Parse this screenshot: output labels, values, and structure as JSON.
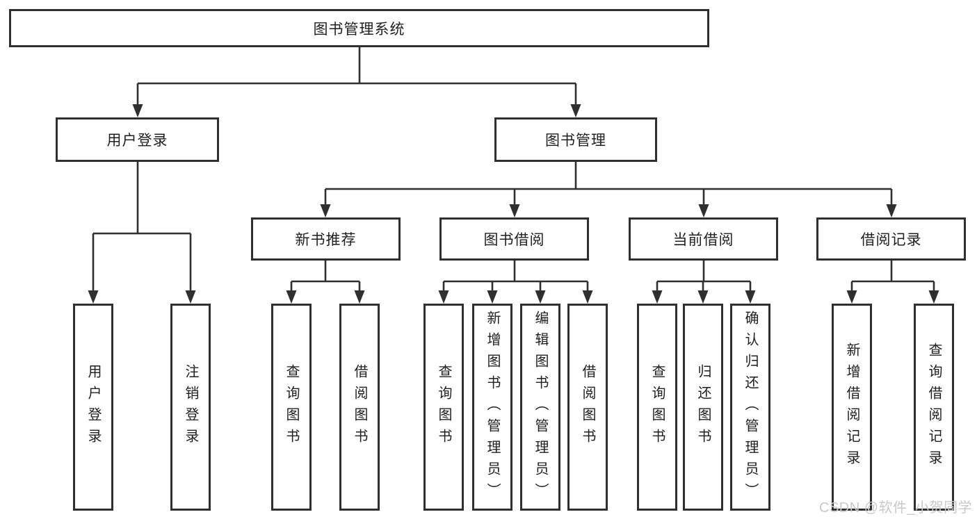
{
  "tree": {
    "label": "图书管理系统",
    "children": [
      {
        "label": "用户登录",
        "children": [
          {
            "label": "用户登录"
          },
          {
            "label": "注销登录"
          }
        ]
      },
      {
        "label": "图书管理",
        "children": [
          {
            "label": "新书推荐",
            "children": [
              {
                "label": "查询图书"
              },
              {
                "label": "借阅图书"
              }
            ]
          },
          {
            "label": "图书借阅",
            "children": [
              {
                "label": "查询图书"
              },
              {
                "label": "新增图书（管理员）"
              },
              {
                "label": "编辑图书（管理员）"
              },
              {
                "label": "借阅图书"
              }
            ]
          },
          {
            "label": "当前借阅",
            "children": [
              {
                "label": "查询图书"
              },
              {
                "label": "归还图书"
              },
              {
                "label": "确认归还（管理员）"
              }
            ]
          },
          {
            "label": "借阅记录",
            "children": [
              {
                "label": "新增借阅记录"
              },
              {
                "label": "查询借阅记录"
              }
            ]
          }
        ]
      }
    ]
  },
  "watermark": {
    "text": "CSDN @软件_小贺同学"
  },
  "colors": {
    "line": "#2f2f2f",
    "box_border": "#2f2f2f",
    "text": "#1f1f1f",
    "watermark": "#c9c9c9",
    "background": "#ffffff"
  }
}
